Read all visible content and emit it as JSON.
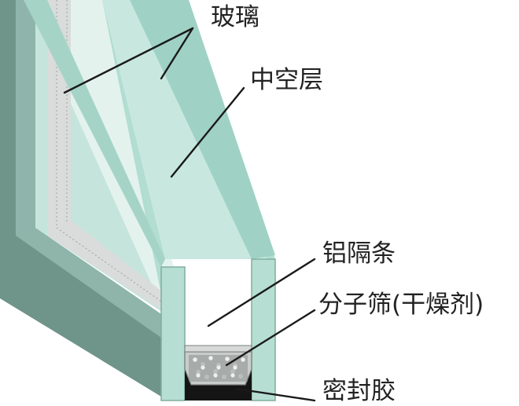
{
  "labels": {
    "glass": "玻璃",
    "air_layer": "中空层",
    "aluminum_spacer": "铝隔条",
    "molecular_sieve": "分子筛(干燥剂)",
    "sealant": "密封胶"
  },
  "colors": {
    "glass_front_face": "#b2ddd1",
    "glass_edge_light": "#d3eee6",
    "glass_edge_dark": "#5f8a80",
    "air_gap": "#eaf4f1",
    "spacer_silver": "#d6d9d8",
    "desiccant_gray": "#8c9090",
    "sealant_black": "#151515",
    "leader_line": "#1a1a1a",
    "label_text": "#222222"
  }
}
